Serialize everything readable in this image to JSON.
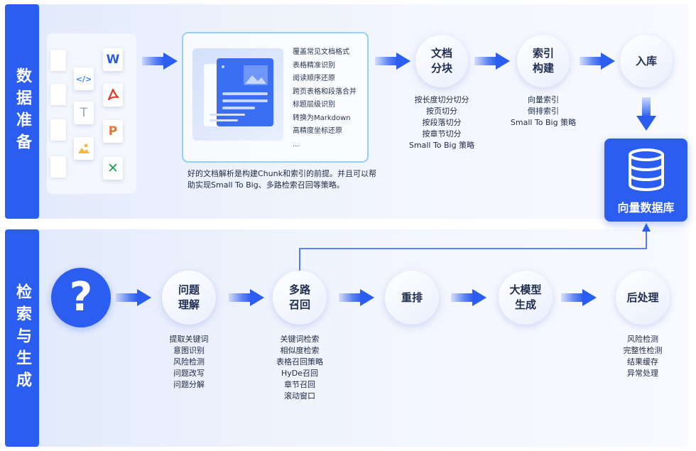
{
  "prep": {
    "side_label": "数据准备",
    "parse_features": [
      "覆盖常见文档格式",
      "表格精准识别",
      "阅读顺序还原",
      "跨页表格和段落合并",
      "标题层级识别",
      "转换为Markdown",
      "高精度坐标还原",
      "..."
    ],
    "parse_desc_lines": [
      "好的文档解析是构建Chunk和索引的前提。并且可以帮",
      "助实现Small To Big、多路检索召回等策略。"
    ],
    "chunk": {
      "title": "文档\n分块",
      "items": [
        "按长度切分切分",
        "按页切分",
        "按段落切分",
        "按章节切分",
        "Small To Big 策略"
      ]
    },
    "index": {
      "title": "索引\n构建",
      "items": [
        "向量索引",
        "倒排索引",
        "Small To Big 策略"
      ]
    },
    "store": {
      "title": "入库"
    },
    "vector_db_label": "向量数据库"
  },
  "retrieve": {
    "side_label": "检索与生成",
    "question_mark": "?",
    "understand": {
      "title": "问题\n理解",
      "items": [
        "提取关键词",
        "意图识别",
        "风险检测",
        "问题改写",
        "问题分解"
      ]
    },
    "multi_recall": {
      "title": "多路\n召回",
      "items": [
        "关键词检索",
        "相似度检索",
        "表格召回策略",
        "HyDe召回",
        "章节召回",
        "滚动窗口"
      ]
    },
    "rerank": {
      "title": "重排"
    },
    "llm": {
      "title": "大模型\n生成"
    },
    "post": {
      "title": "后处理",
      "items": [
        "风险检测",
        "完整性检测",
        "结果缓存",
        "异常处理"
      ]
    }
  },
  "file_icons": {
    "word": "W",
    "text": "T",
    "ppt": "P",
    "excel": "✕",
    "code": "</>"
  },
  "colors": {
    "primary": "#2a5df0",
    "word": "#2b5fd9",
    "pdf": "#e03a2e",
    "ppt": "#e8732c",
    "excel": "#1ea35b"
  }
}
